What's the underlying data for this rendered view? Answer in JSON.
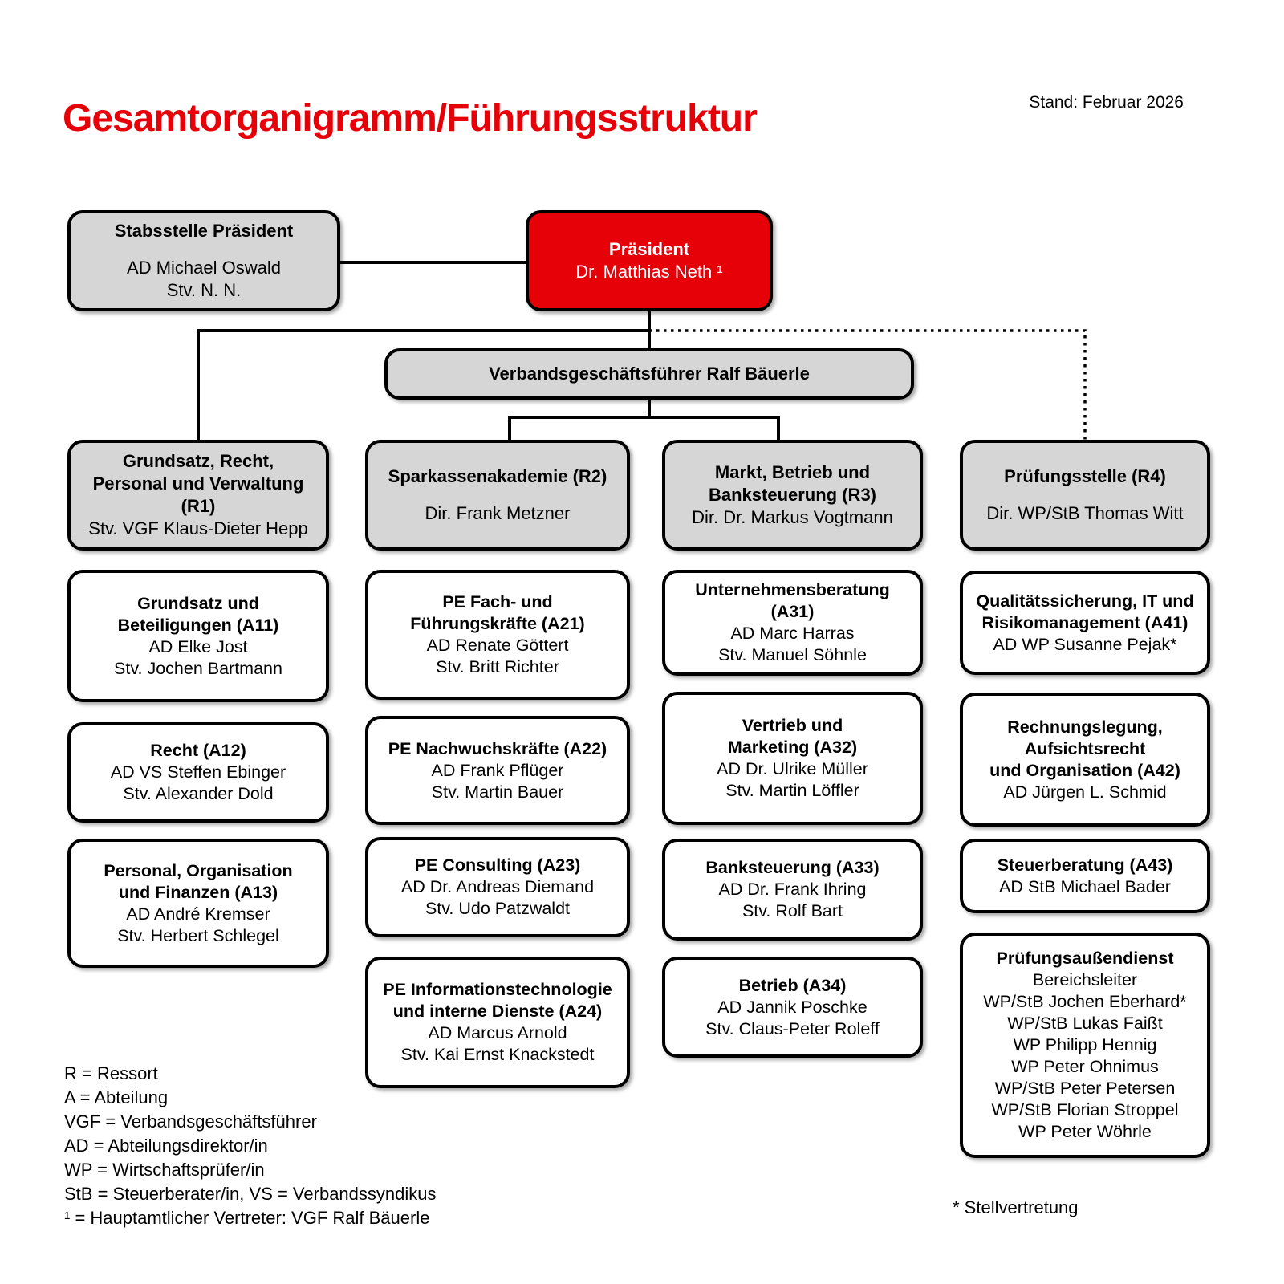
{
  "header": {
    "title": "Gesamtorganigramm/Führungsstruktur",
    "date_label": "Stand: Februar 2026"
  },
  "colors": {
    "accent_red": "#e60008",
    "box_gray": "#d6d6d6",
    "box_white": "#ffffff",
    "line_black": "#000000"
  },
  "boxes": {
    "stabsstelle": {
      "lines": [
        {
          "text": "Stabsstelle Präsident",
          "bold": true
        },
        {
          "spacer": true
        },
        {
          "text": "AD Michael Oswald"
        },
        {
          "text": "Stv. N. N."
        }
      ]
    },
    "praesident": {
      "lines": [
        {
          "text": "Präsident",
          "bold": true
        },
        {
          "text": "Dr. Matthias Neth ¹"
        }
      ]
    },
    "vgf": {
      "lines": [
        {
          "text": "Verbandsgeschäftsführer Ralf Bäuerle",
          "bold": true
        }
      ]
    },
    "r1": {
      "lines": [
        {
          "text": "Grundsatz, Recht,",
          "bold": true
        },
        {
          "text": "Personal und Verwaltung (R1)",
          "bold": true
        },
        {
          "text": "Stv. VGF Klaus-Dieter Hepp"
        }
      ]
    },
    "r2": {
      "lines": [
        {
          "text": "Sparkassenakademie (R2)",
          "bold": true
        },
        {
          "spacer": true
        },
        {
          "text": "Dir. Frank Metzner"
        }
      ]
    },
    "r3": {
      "lines": [
        {
          "text": "Markt, Betrieb und",
          "bold": true
        },
        {
          "text": "Banksteuerung (R3)",
          "bold": true
        },
        {
          "text": "Dir. Dr. Markus Vogtmann"
        }
      ]
    },
    "r4": {
      "lines": [
        {
          "text": "Prüfungsstelle (R4)",
          "bold": true
        },
        {
          "spacer": true
        },
        {
          "text": "Dir. WP/StB Thomas Witt"
        }
      ]
    },
    "a11": {
      "lines": [
        {
          "text": "Grundsatz und",
          "bold": true
        },
        {
          "text": "Beteiligungen (A11)",
          "bold": true
        },
        {
          "text": "AD Elke Jost"
        },
        {
          "text": "Stv. Jochen Bartmann"
        }
      ]
    },
    "a12": {
      "lines": [
        {
          "text": "Recht (A12)",
          "bold": true
        },
        {
          "text": "AD VS Steffen Ebinger"
        },
        {
          "text": "Stv. Alexander Dold"
        }
      ]
    },
    "a13": {
      "lines": [
        {
          "text": "Personal, Organisation",
          "bold": true
        },
        {
          "text": "und Finanzen (A13)",
          "bold": true
        },
        {
          "text": "AD André Kremser"
        },
        {
          "text": "Stv. Herbert Schlegel"
        }
      ]
    },
    "a21": {
      "lines": [
        {
          "text": "PE Fach- und",
          "bold": true
        },
        {
          "text": "Führungskräfte (A21)",
          "bold": true
        },
        {
          "text": "AD Renate Göttert"
        },
        {
          "text": "Stv. Britt Richter"
        }
      ]
    },
    "a22": {
      "lines": [
        {
          "text": "PE Nachwuchskräfte (A22)",
          "bold": true
        },
        {
          "text": "AD Frank Pflüger"
        },
        {
          "text": "Stv. Martin Bauer"
        }
      ]
    },
    "a23": {
      "lines": [
        {
          "text": "PE Consulting (A23)",
          "bold": true
        },
        {
          "text": "AD Dr. Andreas Diemand"
        },
        {
          "text": "Stv. Udo Patzwaldt"
        }
      ]
    },
    "a24": {
      "lines": [
        {
          "text": "PE Informationstechnologie",
          "bold": true
        },
        {
          "text": "und interne Dienste (A24)",
          "bold": true
        },
        {
          "text": "AD Marcus Arnold"
        },
        {
          "text": "Stv. Kai Ernst Knackstedt"
        }
      ]
    },
    "a31": {
      "lines": [
        {
          "text": "Unternehmensberatung (A31)",
          "bold": true
        },
        {
          "text": "AD Marc Harras"
        },
        {
          "text": "Stv. Manuel Söhnle"
        }
      ]
    },
    "a32": {
      "lines": [
        {
          "text": "Vertrieb und",
          "bold": true
        },
        {
          "text": "Marketing (A32)",
          "bold": true
        },
        {
          "text": "AD Dr. Ulrike Müller"
        },
        {
          "text": "Stv. Martin Löffler"
        }
      ]
    },
    "a33": {
      "lines": [
        {
          "text": "Banksteuerung (A33)",
          "bold": true
        },
        {
          "text": "AD Dr. Frank Ihring"
        },
        {
          "text": "Stv. Rolf Bart"
        }
      ]
    },
    "a34": {
      "lines": [
        {
          "text": "Betrieb (A34)",
          "bold": true
        },
        {
          "text": "AD Jannik Poschke"
        },
        {
          "text": "Stv. Claus-Peter Roleff"
        }
      ]
    },
    "a41": {
      "lines": [
        {
          "text": "Qualitätssicherung, IT und",
          "bold": true
        },
        {
          "text": "Risikomanagement (A41)",
          "bold": true
        },
        {
          "text": "AD WP Susanne Pejak*"
        }
      ]
    },
    "a42": {
      "lines": [
        {
          "text": "Rechnungslegung,",
          "bold": true
        },
        {
          "text": "Aufsichtsrecht",
          "bold": true
        },
        {
          "text": "und Organisation (A42)",
          "bold": true
        },
        {
          "text": "AD Jürgen L. Schmid"
        }
      ]
    },
    "a43": {
      "lines": [
        {
          "text": "Steuerberatung (A43)",
          "bold": true
        },
        {
          "text": "AD StB Michael Bader"
        }
      ]
    },
    "apd": {
      "lines": [
        {
          "text": "Prüfungsaußendienst",
          "bold": true
        },
        {
          "text": "Bereichsleiter"
        },
        {
          "text": "WP/StB Jochen Eberhard*"
        },
        {
          "text": "WP/StB Lukas Faißt"
        },
        {
          "text": "WP Philipp Hennig"
        },
        {
          "text": "WP Peter Ohnimus"
        },
        {
          "text": "WP/StB Peter Petersen"
        },
        {
          "text": "WP/StB Florian Stroppel"
        },
        {
          "text": "WP Peter Wöhrle"
        }
      ]
    }
  },
  "legend": {
    "lines": [
      "R = Ressort",
      "A = Abteilung",
      "VGF = Verbandsgeschäftsführer",
      "AD = Abteilungsdirektor/in",
      "WP = Wirtschaftsprüfer/in",
      "StB = Steuerberater/in, VS = Verbandssyndikus",
      "¹ = Hauptamtlicher Vertreter: VGF Ralf Bäuerle"
    ]
  },
  "footnote": "* Stellvertretung"
}
